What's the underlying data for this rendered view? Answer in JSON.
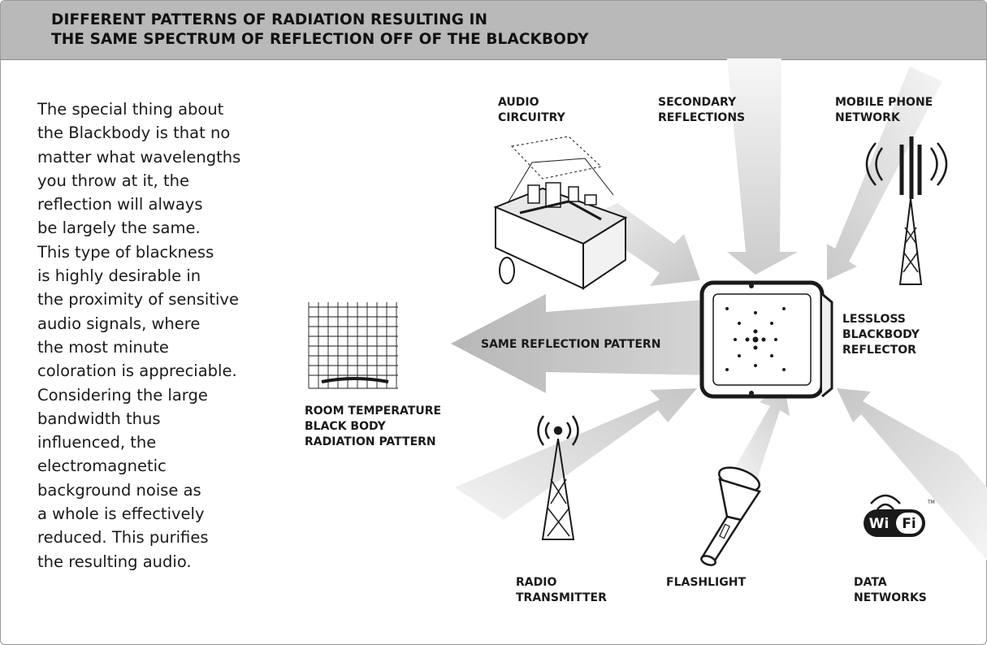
{
  "header": {
    "title_line1": "DIFFERENT PATTERNS OF RADIATION RESULTING IN",
    "title_line2": "THE SAME SPECTRUM OF REFLECTION OFF OF THE BLACKBODY"
  },
  "description": {
    "lines": [
      "The special thing about",
      "the Blackbody is that no",
      "matter what wavelengths",
      "you throw at it, the",
      "reflection will always",
      "be largely the same.",
      "This type of blackness",
      "is highly desirable in",
      "the proximity of sensitive",
      "audio signals, where",
      "the most minute",
      "coloration is appreciable.",
      "Considering the large",
      "bandwidth thus",
      "influenced, the",
      "electromagnetic",
      "background noise as",
      "a whole is effectively",
      "reduced. This purifies",
      "the resulting audio."
    ]
  },
  "labels": {
    "audio_circuitry": [
      "AUDIO",
      "CIRCUITRY"
    ],
    "secondary_reflections": [
      "SECONDARY",
      "REFLECTIONS"
    ],
    "mobile_phone_network": [
      "MOBILE  PHONE",
      "NETWORK"
    ],
    "lessloss_reflector": [
      "LESSLOSS",
      "BLACKBODY",
      "REFLECTOR"
    ],
    "same_reflection_pattern": "SAME REFLECTION PATTERN",
    "room_temperature": [
      "ROOM TEMPERATURE",
      "BLACK BODY",
      "RADIATION  PATTERN"
    ],
    "radio_transmitter": [
      "RADIO",
      "TRANSMITTER"
    ],
    "flashlight": "FLASHLIGHT",
    "data_networks": [
      "DATA",
      "NETWORKS"
    ]
  },
  "icons": {
    "wifi_logo": {
      "left": "Wi",
      "right": "Fi",
      "tm": "TM"
    }
  },
  "colors": {
    "header_bg": "#b9b9b9",
    "beam": "#cfcfcf",
    "outline": "#1a1a1a"
  }
}
